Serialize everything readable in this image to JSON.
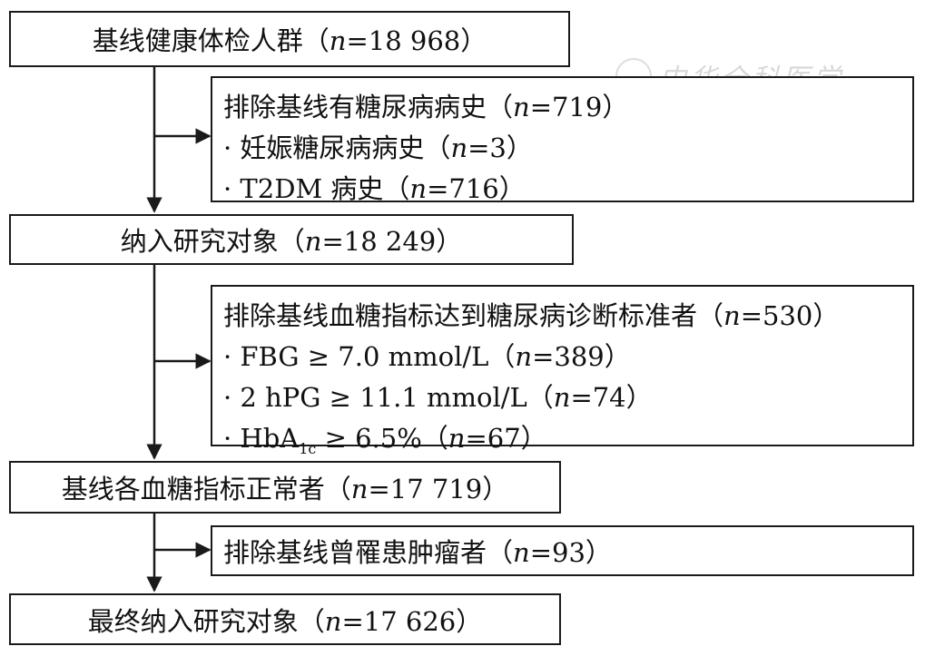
{
  "watermark": {
    "text": "中华全科医学"
  },
  "flow": {
    "baseline": {
      "pre": "基线健康体检人群（",
      "n": "n",
      "post": "=18 968）"
    },
    "exclude1": {
      "title": {
        "pre": "排除基线有糖尿病病史（",
        "n": "n",
        "post": "=719）"
      },
      "item1": {
        "pre": "· 妊娠糖尿病病史（",
        "n": "n",
        "post": "=3）"
      },
      "item2": {
        "pre": "· T2DM 病史（",
        "n": "n",
        "post": "=716）"
      }
    },
    "included": {
      "pre": "纳入研究对象（",
      "n": "n",
      "post": "=18 249）"
    },
    "exclude2": {
      "title": {
        "pre": "排除基线血糖指标达到糖尿病诊断标准者（",
        "n": "n",
        "post": "=530）"
      },
      "item1": {
        "pre": "· FBG ≥ 7.0 mmol/L（",
        "n": "n",
        "post": "=389）"
      },
      "item2": {
        "pre": "· 2 hPG ≥ 11.1 mmol/L（",
        "n": "n",
        "post": "=74）"
      },
      "item3": {
        "pre": "· HbA",
        "sub": "1c",
        "mid": " ≥ 6.5%（",
        "n": "n",
        "post": "=67）"
      }
    },
    "normal": {
      "pre": "基线各血糖指标正常者（",
      "n": "n",
      "post": "=17 719）"
    },
    "exclude3": {
      "pre": "排除基线曾罹患肿瘤者（",
      "n": "n",
      "post": "=93）"
    },
    "final": {
      "pre": "最终纳入研究对象（",
      "n": "n",
      "post": "=17 626）"
    }
  }
}
